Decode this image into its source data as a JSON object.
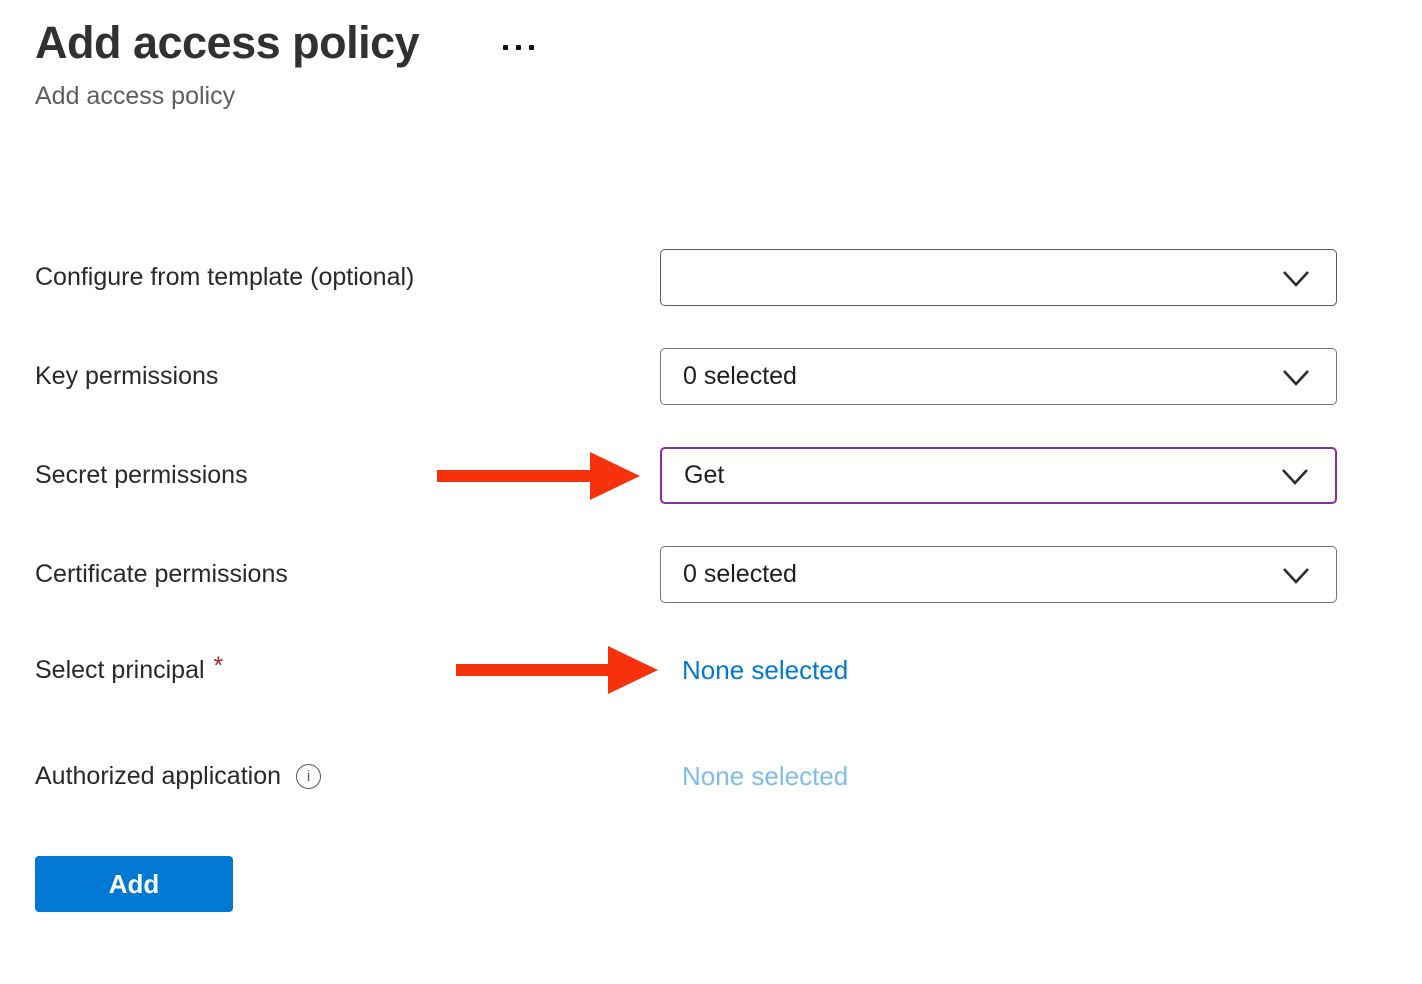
{
  "page": {
    "title": "Add access policy",
    "subtitle": "Add access policy"
  },
  "icons": {
    "info": "i"
  },
  "colors": {
    "accent_blue": "#0078d4",
    "focus_purple": "#8a2da5",
    "arrow_red": "#f7310c",
    "link_disabled_blue": "#7fbce8",
    "required_red": "#a4262c"
  },
  "form": {
    "rows": [
      {
        "label": "Configure from template (optional)",
        "value": ""
      },
      {
        "label": "Key permissions",
        "value": "0 selected"
      },
      {
        "label": "Secret permissions",
        "value": "Get"
      },
      {
        "label": "Certificate permissions",
        "value": "0 selected"
      },
      {
        "label": "Select principal",
        "required_marker": "*",
        "link_label": "None selected"
      },
      {
        "label": "Authorized application",
        "link_label": "None selected"
      }
    ],
    "add_button_label": "Add"
  }
}
